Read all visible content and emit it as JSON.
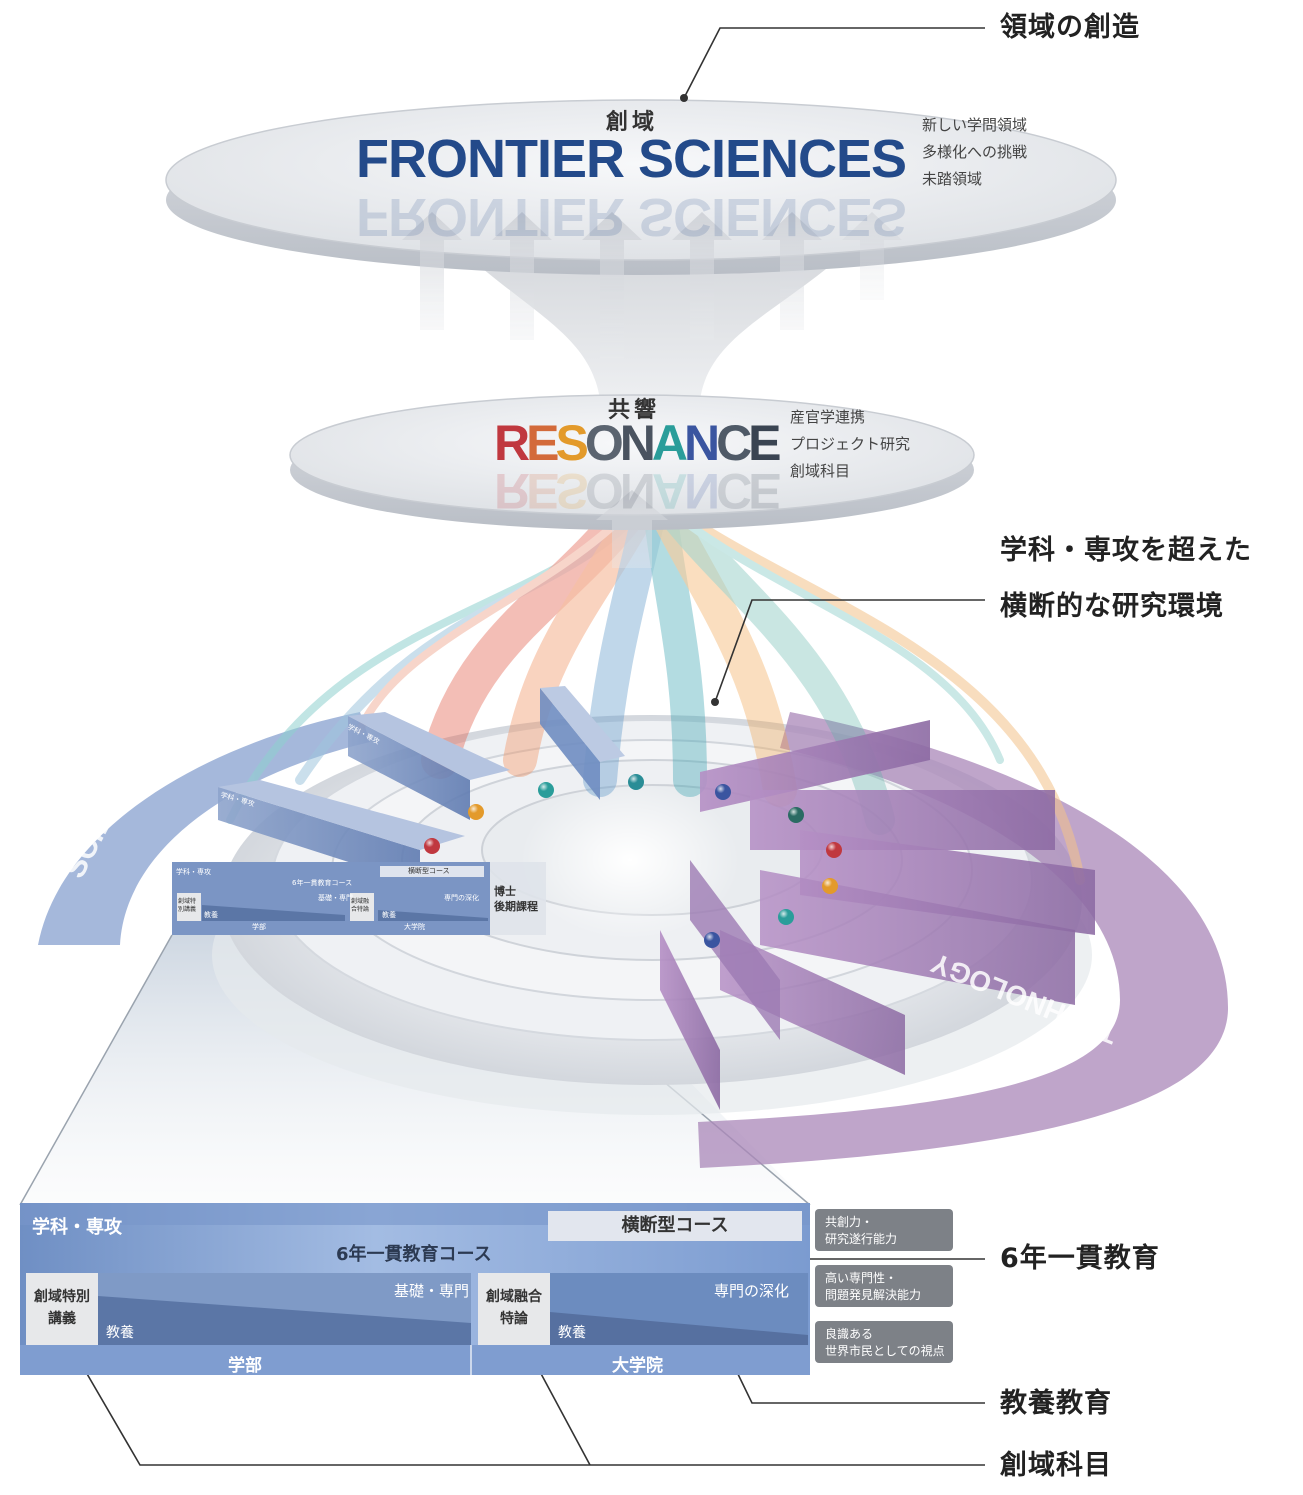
{
  "colors": {
    "frontier_blue": "#234a8a",
    "resonance_red": "#c0383f",
    "resonance_orange": "#e39a2b",
    "resonance_teal": "#2a9d9a",
    "resonance_dark": "#4a5360",
    "resonance_blue": "#3a55a0",
    "science_blue": "#8fa6d2",
    "technology_purple": "#a987b8",
    "panel_blue": "#7c9ccf",
    "callout_box_grey": "#7d8187"
  },
  "callouts": {
    "creation": "領域の創造",
    "cross_env_line1": "学科・専攻を超えた",
    "cross_env_line2": "横断的な研究環境",
    "six_year": "6年一貫教育",
    "liberal": "教養教育",
    "souiki_subject": "創域科目"
  },
  "frontier": {
    "jp": "創域",
    "en": "FRONTIER SCIENCES",
    "items": [
      "新しい学問領域",
      "多様化への挑戦",
      "未踏領域"
    ]
  },
  "resonance": {
    "jp": "共響",
    "letters": [
      {
        "ch": "R",
        "color": "#c0383f"
      },
      {
        "ch": "E",
        "color": "#d36a3a"
      },
      {
        "ch": "S",
        "color": "#e39a2b"
      },
      {
        "ch": "O",
        "color": "#5b6470"
      },
      {
        "ch": "N",
        "color": "#4a5360"
      },
      {
        "ch": "A",
        "color": "#2a9d9a"
      },
      {
        "ch": "N",
        "color": "#3a55a0"
      },
      {
        "ch": "C",
        "color": "#4f5a67"
      },
      {
        "ch": "E",
        "color": "#3a4452"
      }
    ],
    "items": [
      "産官学連携",
      "プロジェクト研究",
      "創域科目"
    ]
  },
  "arcs": {
    "science": "SCIENCE",
    "technology": "TECHNOLOGY"
  },
  "small_panel": {
    "header": "学科・専攻",
    "six_year": "6年一貫教育コース",
    "cross": "横断型コース",
    "special": "創域特別講義",
    "kiso": "基礎・専門",
    "fusion": "創域融合特論",
    "senmon": "専門の深化",
    "kyoyo_left": "教養",
    "kyoyo_right": "教養",
    "gakubu": "学部",
    "daigakuin": "大学院",
    "doctoral": "博士\n後期課程"
  },
  "small_wall_labels": [
    "学科・専攻",
    "学科・専攻"
  ],
  "big_panel": {
    "header": "学科・専攻",
    "cross": "横断型コース",
    "six_year": "6年一貫教育コース",
    "special": "創域特別\n講義",
    "kiso": "基礎・専門",
    "fusion": "創域融合\n特論",
    "senmon": "専門の深化",
    "kyoyo_left": "教養",
    "kyoyo_right": "教養",
    "gakubu": "学部",
    "daigakuin": "大学院"
  },
  "side_boxes": [
    "共創力・\n研究遂行能力",
    "高い専門性・\n問題発見解決能力",
    "良識ある\n世界市民としての視点"
  ]
}
